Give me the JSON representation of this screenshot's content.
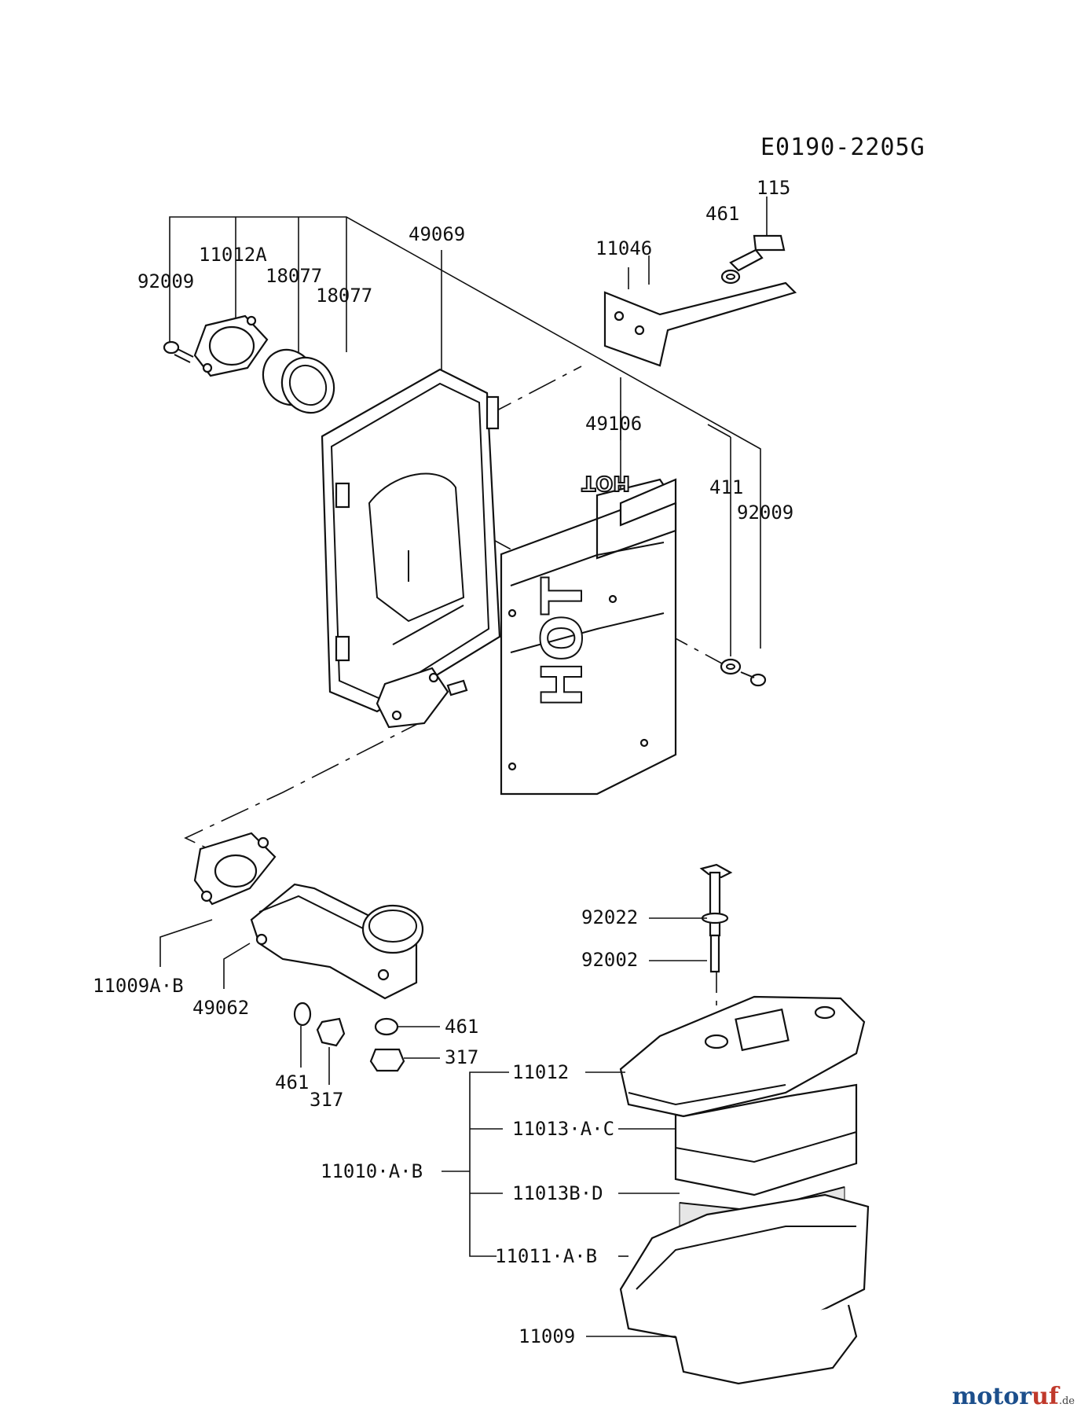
{
  "diagram_code": "E0190-2205G",
  "watermark": {
    "main_a": "motor",
    "main_b": "uf",
    "suffix": ".de"
  },
  "labels": {
    "p115": "115",
    "p461_top": "461",
    "p11046": "11046",
    "p49069": "49069",
    "p11012A": "11012A",
    "p18077_a": "18077",
    "p18077_b": "18077",
    "p92009_left": "92009",
    "p49106": "49106",
    "p411": "411",
    "p92009_right": "92009",
    "p92022": "92022",
    "p92002": "92002",
    "p11009AB": "11009A·B",
    "p49062": "49062",
    "p461_right": "461",
    "p317_right": "317",
    "p461_bottom": "461",
    "p317_bottom": "317",
    "p11012": "11012",
    "p11013AC": "11013·A·C",
    "p11010AB": "11010·A·B",
    "p11013BD": "11013B·D",
    "p11011AB": "11011·A·B",
    "p11009": "11009"
  },
  "stamps": {
    "hot_large": "HOT",
    "hot_small": "HOT"
  }
}
